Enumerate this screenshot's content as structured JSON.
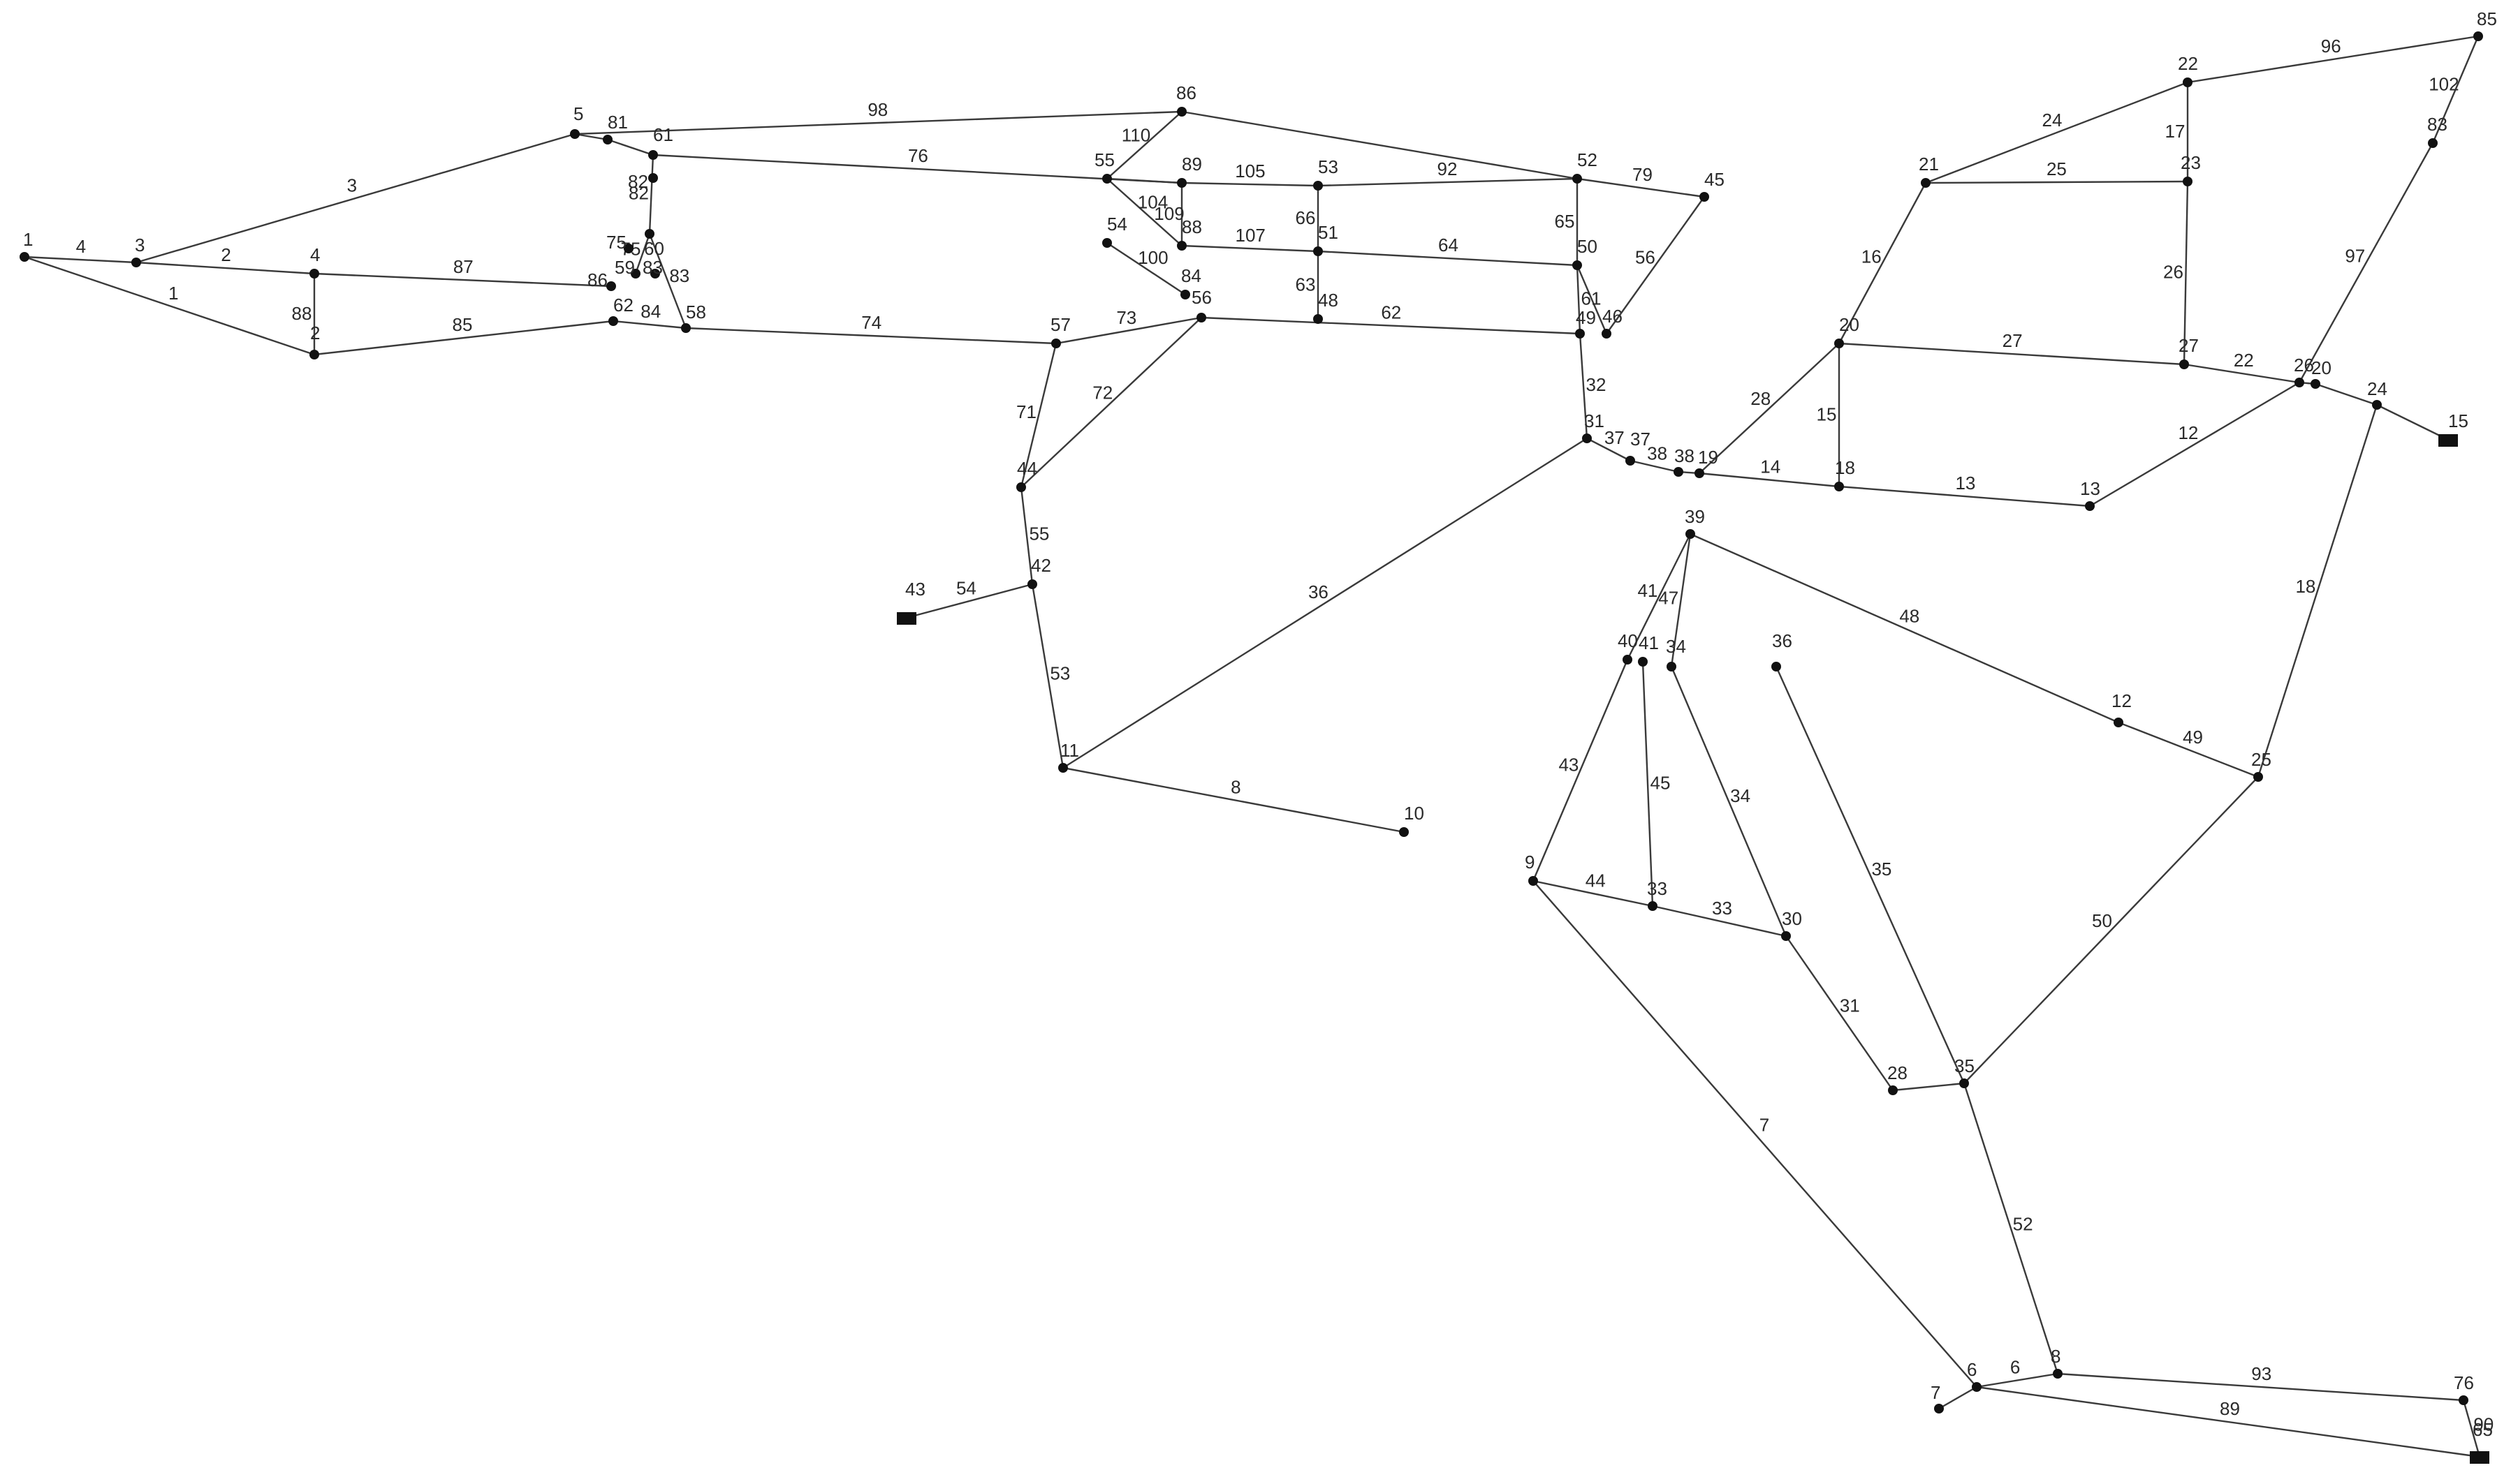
{
  "nodes": [
    {
      "id": "n1",
      "label": "1"
    },
    {
      "id": "n3",
      "label": "3"
    },
    {
      "id": "n4",
      "label": "4"
    },
    {
      "id": "n2",
      "label": "2"
    },
    {
      "id": "n5",
      "label": "5"
    },
    {
      "id": "n81",
      "label": "81"
    },
    {
      "id": "n61",
      "label": "61"
    },
    {
      "id": "n82",
      "label": "82"
    },
    {
      "id": "n60",
      "label": "60"
    },
    {
      "id": "n75",
      "label": "75"
    },
    {
      "id": "n59",
      "label": "59"
    },
    {
      "id": "n83",
      "label": "83"
    },
    {
      "id": "n86w",
      "label": "86"
    },
    {
      "id": "n62",
      "label": "62"
    },
    {
      "id": "n58",
      "label": "58"
    },
    {
      "id": "n86",
      "label": "86"
    },
    {
      "id": "n55",
      "label": "55"
    },
    {
      "id": "n89",
      "label": "89"
    },
    {
      "id": "n53",
      "label": "53"
    },
    {
      "id": "n52",
      "label": "52"
    },
    {
      "id": "n45",
      "label": "45"
    },
    {
      "id": "n54",
      "label": "54"
    },
    {
      "id": "n88",
      "label": "88"
    },
    {
      "id": "n51",
      "label": "51"
    },
    {
      "id": "n50",
      "label": "50"
    },
    {
      "id": "n84",
      "label": "84"
    },
    {
      "id": "n56",
      "label": "56"
    },
    {
      "id": "n57",
      "label": "57"
    },
    {
      "id": "n48",
      "label": "48"
    },
    {
      "id": "n49",
      "label": "49"
    },
    {
      "id": "n46",
      "label": "46"
    },
    {
      "id": "n31",
      "label": "31"
    },
    {
      "id": "n44",
      "label": "44"
    },
    {
      "id": "n42",
      "label": "42"
    },
    {
      "id": "n43",
      "label": "43"
    },
    {
      "id": "n11",
      "label": "11"
    },
    {
      "id": "n10",
      "label": "10"
    },
    {
      "id": "n37",
      "label": "37"
    },
    {
      "id": "n38",
      "label": "38"
    },
    {
      "id": "n19",
      "label": "19"
    },
    {
      "id": "n18",
      "label": "18"
    },
    {
      "id": "n13",
      "label": "13"
    },
    {
      "id": "n20",
      "label": "20"
    },
    {
      "id": "n21",
      "label": "21"
    },
    {
      "id": "n22",
      "label": "22"
    },
    {
      "id": "n23",
      "label": "23"
    },
    {
      "id": "n27",
      "label": "27"
    },
    {
      "id": "n26",
      "label": "26"
    },
    {
      "id": "n20b",
      "label": "20"
    },
    {
      "id": "n24",
      "label": "24"
    },
    {
      "id": "n15",
      "label": "15"
    },
    {
      "id": "n85",
      "label": "85"
    },
    {
      "id": "n83e",
      "label": "83"
    },
    {
      "id": "n39",
      "label": "39"
    },
    {
      "id": "n40",
      "label": "40"
    },
    {
      "id": "n41",
      "label": "41"
    },
    {
      "id": "n34",
      "label": "34"
    },
    {
      "id": "n36",
      "label": "36"
    },
    {
      "id": "n12",
      "label": "12"
    },
    {
      "id": "n25",
      "label": "25"
    },
    {
      "id": "n9",
      "label": "9"
    },
    {
      "id": "n33",
      "label": "33"
    },
    {
      "id": "n30",
      "label": "30"
    },
    {
      "id": "n28",
      "label": "28"
    },
    {
      "id": "n35",
      "label": "35"
    },
    {
      "id": "n7",
      "label": "7"
    },
    {
      "id": "n6",
      "label": "6"
    },
    {
      "id": "n8",
      "label": "8"
    },
    {
      "id": "n76",
      "label": "76"
    },
    {
      "id": "n65",
      "label": "65"
    }
  ],
  "links": [
    {
      "from": "n1",
      "to": "n3",
      "label": "4"
    },
    {
      "from": "n1",
      "to": "n2",
      "label": "1"
    },
    {
      "from": "n3",
      "to": "n4",
      "label": "2"
    },
    {
      "from": "n3",
      "to": "n5",
      "label": "3"
    },
    {
      "from": "n4",
      "to": "n2",
      "label": "88"
    },
    {
      "from": "n4",
      "to": "n86w",
      "label": "87"
    },
    {
      "from": "n2",
      "to": "n62",
      "label": "85"
    },
    {
      "from": "n5",
      "to": "n81",
      "label": ""
    },
    {
      "from": "n5",
      "to": "n86",
      "label": "98"
    },
    {
      "from": "n81",
      "to": "n61",
      "label": ""
    },
    {
      "from": "n61",
      "to": "n60",
      "label": "82"
    },
    {
      "from": "n61",
      "to": "n89",
      "label": "76"
    },
    {
      "from": "n60",
      "to": "n59",
      "label": "75"
    },
    {
      "from": "n60",
      "to": "n58",
      "label": "83"
    },
    {
      "from": "n62",
      "to": "n58",
      "label": "84"
    },
    {
      "from": "n58",
      "to": "n57",
      "label": "74"
    },
    {
      "from": "n86",
      "to": "n55",
      "label": "110"
    },
    {
      "from": "n86",
      "to": "n52",
      "label": ""
    },
    {
      "from": "n55",
      "to": "n89",
      "label": ""
    },
    {
      "from": "n55",
      "to": "n88",
      "label": "104"
    },
    {
      "from": "n89",
      "to": "n88",
      "label": "109"
    },
    {
      "from": "n89",
      "to": "n53",
      "label": "105"
    },
    {
      "from": "n53",
      "to": "n52",
      "label": "92"
    },
    {
      "from": "n53",
      "to": "n51",
      "label": "66"
    },
    {
      "from": "n52",
      "to": "n45",
      "label": "79"
    },
    {
      "from": "n52",
      "to": "n50",
      "label": "65"
    },
    {
      "from": "n45",
      "to": "n46",
      "label": "56"
    },
    {
      "from": "n54",
      "to": "n84",
      "label": "100"
    },
    {
      "from": "n88",
      "to": "n51",
      "label": "107"
    },
    {
      "from": "n51",
      "to": "n50",
      "label": "64"
    },
    {
      "from": "n51",
      "to": "n48",
      "label": "63"
    },
    {
      "from": "n50",
      "to": "n49",
      "label": "61"
    },
    {
      "from": "n50",
      "to": "n46",
      "label": ""
    },
    {
      "from": "n56",
      "to": "n49",
      "label": "62"
    },
    {
      "from": "n57",
      "to": "n56",
      "label": "73"
    },
    {
      "from": "n57",
      "to": "n44",
      "label": "71"
    },
    {
      "from": "n56",
      "to": "n44",
      "label": "72"
    },
    {
      "from": "n49",
      "to": "n31",
      "label": "32"
    },
    {
      "from": "n44",
      "to": "n42",
      "label": "55"
    },
    {
      "from": "n42",
      "to": "n43",
      "label": "54"
    },
    {
      "from": "n42",
      "to": "n11",
      "label": "53"
    },
    {
      "from": "n11",
      "to": "n10",
      "label": "8"
    },
    {
      "from": "n11",
      "to": "n31",
      "label": "36"
    },
    {
      "from": "n31",
      "to": "n37",
      "label": "37"
    },
    {
      "from": "n37",
      "to": "n38",
      "label": "38"
    },
    {
      "from": "n38",
      "to": "n19",
      "label": ""
    },
    {
      "from": "n19",
      "to": "n20",
      "label": "28"
    },
    {
      "from": "n19",
      "to": "n18",
      "label": "14"
    },
    {
      "from": "n18",
      "to": "n13",
      "label": "13"
    },
    {
      "from": "n20",
      "to": "n18",
      "label": "15"
    },
    {
      "from": "n20",
      "to": "n21",
      "label": "16"
    },
    {
      "from": "n20",
      "to": "n27",
      "label": "27"
    },
    {
      "from": "n21",
      "to": "n22",
      "label": "24"
    },
    {
      "from": "n21",
      "to": "n23",
      "label": "25"
    },
    {
      "from": "n22",
      "to": "n23",
      "label": "17"
    },
    {
      "from": "n22",
      "to": "n85",
      "label": "96"
    },
    {
      "from": "n23",
      "to": "n27",
      "label": "26"
    },
    {
      "from": "n27",
      "to": "n26",
      "label": "22"
    },
    {
      "from": "n26",
      "to": "n20b",
      "label": ""
    },
    {
      "from": "n13",
      "to": "n26",
      "label": "12"
    },
    {
      "from": "n26",
      "to": "n83e",
      "label": "97"
    },
    {
      "from": "n83e",
      "to": "n85",
      "label": "102"
    },
    {
      "from": "n20b",
      "to": "n24",
      "label": ""
    },
    {
      "from": "n24",
      "to": "n15",
      "label": ""
    },
    {
      "from": "n24",
      "to": "n25",
      "label": "18"
    },
    {
      "from": "n39",
      "to": "n40",
      "label": "41"
    },
    {
      "from": "n39",
      "to": "n34",
      "label": "47"
    },
    {
      "from": "n39",
      "to": "n12",
      "label": "48"
    },
    {
      "from": "n12",
      "to": "n25",
      "label": "49"
    },
    {
      "from": "n25",
      "to": "n35",
      "label": "50"
    },
    {
      "from": "n40",
      "to": "n9",
      "label": "43"
    },
    {
      "from": "n41",
      "to": "n33",
      "label": "45"
    },
    {
      "from": "n34",
      "to": "n30",
      "label": "34"
    },
    {
      "from": "n36",
      "to": "n35",
      "label": "35"
    },
    {
      "from": "n9",
      "to": "n33",
      "label": "44"
    },
    {
      "from": "n33",
      "to": "n30",
      "label": "33"
    },
    {
      "from": "n30",
      "to": "n28",
      "label": "31"
    },
    {
      "from": "n28",
      "to": "n35",
      "label": ""
    },
    {
      "from": "n9",
      "to": "n6",
      "label": "7"
    },
    {
      "from": "n35",
      "to": "n8",
      "label": "52"
    },
    {
      "from": "n7",
      "to": "n6",
      "label": ""
    },
    {
      "from": "n6",
      "to": "n8",
      "label": "6"
    },
    {
      "from": "n8",
      "to": "n76",
      "label": "93"
    },
    {
      "from": "n6",
      "to": "n65",
      "label": "89"
    },
    {
      "from": "n76",
      "to": "n65",
      "label": "90"
    }
  ]
}
